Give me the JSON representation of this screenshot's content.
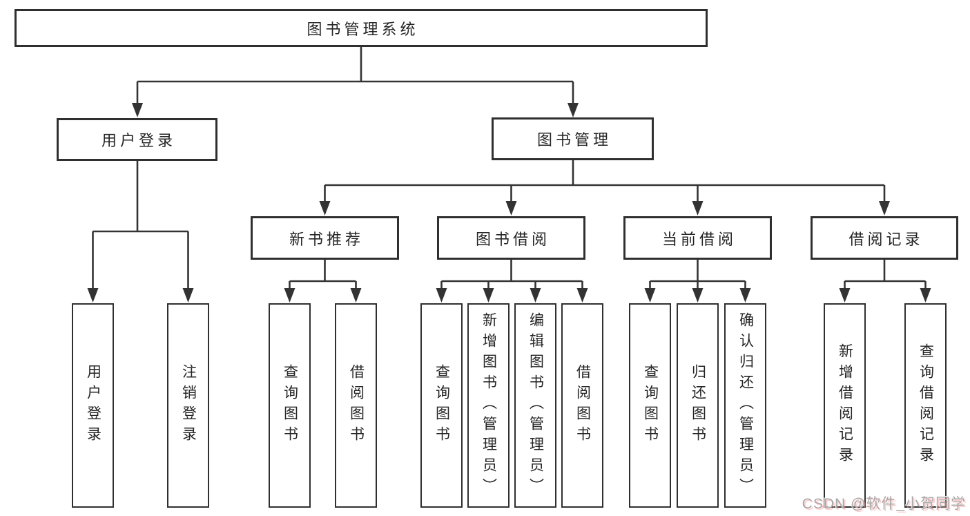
{
  "tree": {
    "root": "图书管理系统",
    "user_login": {
      "label": "用户登录",
      "children": [
        "用户登录",
        "注销登录"
      ]
    },
    "book_mgmt": {
      "label": "图书管理",
      "groups": [
        {
          "label": "新书推荐",
          "children": [
            "查询图书",
            "借阅图书"
          ]
        },
        {
          "label": "图书借阅",
          "children": [
            "查询图书",
            "新增图书（管理员）",
            "编辑图书（管理员）",
            "借阅图书"
          ]
        },
        {
          "label": "当前借阅",
          "children": [
            "查询图书",
            "归还图书",
            "确认归还（管理员）"
          ]
        },
        {
          "label": "借阅记录",
          "children": [
            "新增借阅记录",
            "查询借阅记录"
          ]
        }
      ]
    }
  },
  "watermark": "CSDN @软件_小贺同学",
  "colors": {
    "line": "#333333",
    "border": "#2f2f2f",
    "text": "#252525",
    "background": "#ffffff",
    "watermark_text": "#a8a8a8",
    "watermark_shadow": "#ff9090"
  }
}
